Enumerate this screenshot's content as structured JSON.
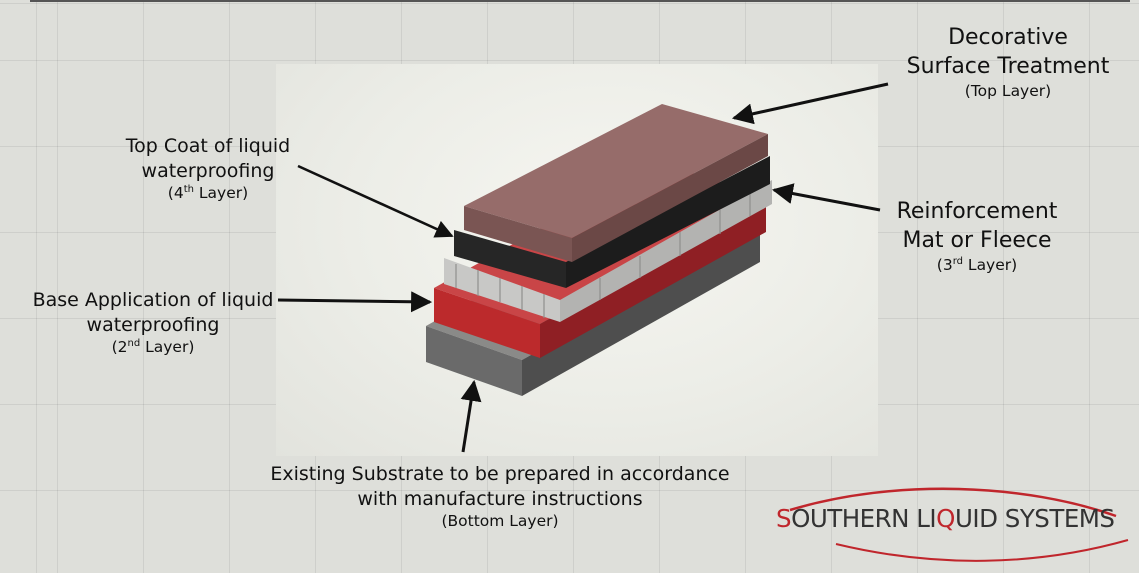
{
  "labels": {
    "decorative": {
      "line1": "Decorative",
      "line2": "Surface Treatment",
      "layer": "(Top Layer)"
    },
    "top_coat": {
      "line1": "Top Coat of liquid",
      "line2": "waterproofing",
      "layer_prefix": "(4",
      "layer_sup": "th",
      "layer_suffix": " Layer)"
    },
    "reinforcement": {
      "line1": "Reinforcement",
      "line2": "Mat or Fleece",
      "layer_prefix": "(3",
      "layer_sup": "rd",
      "layer_suffix": " Layer)"
    },
    "base": {
      "line1": "Base Application of liquid",
      "line2": "waterproofing",
      "layer_prefix": "(2",
      "layer_sup": "nd",
      "layer_suffix": " Layer)"
    },
    "substrate": {
      "line1": "Existing Substrate to be prepared in accordance",
      "line2": "with manufacture instructions",
      "layer": "(Bottom Layer)"
    }
  },
  "logo": {
    "first_letter": "S",
    "rest_1": "OUTHERN LI",
    "q": "Q",
    "rest_2": "UID SYSTEMS"
  },
  "colors": {
    "decorative_top": "#966c6a",
    "decorative_front": "#7a5553",
    "top_coat": "#262626",
    "reinforcement": "#c8c8c6",
    "base_front": "#bc2a2c",
    "base_side": "#8f1f24",
    "substrate_front": "#6a6a6a",
    "substrate_side": "#4e4e4e",
    "logo_red": "#c0262c"
  }
}
